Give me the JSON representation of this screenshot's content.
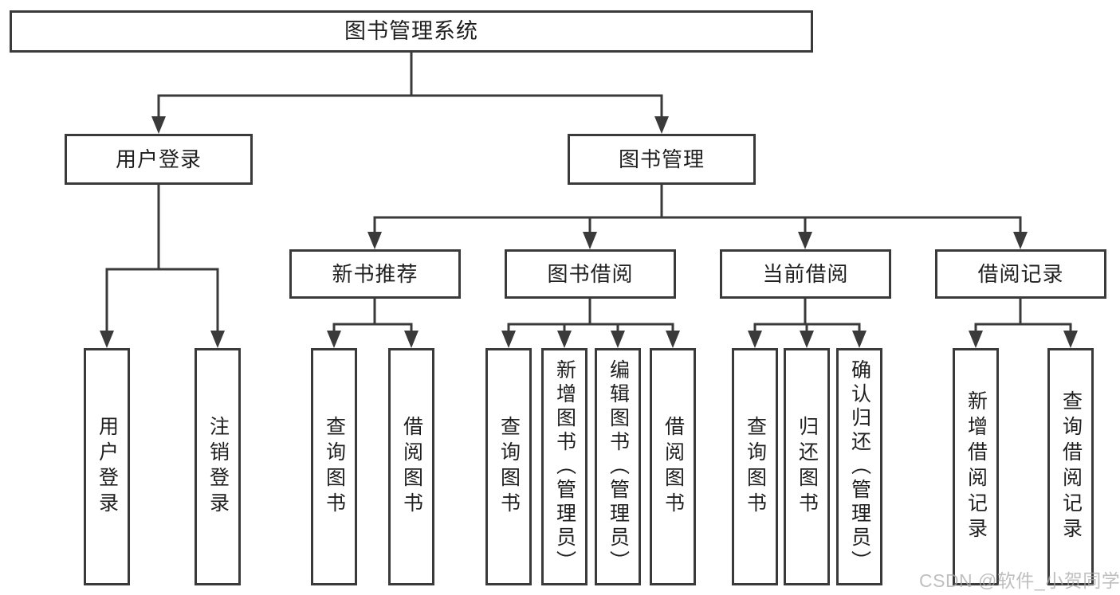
{
  "diagram": {
    "type": "hierarchy-tree",
    "title": "图书管理系统"
  },
  "colors": {
    "line": "#3a3a3a",
    "box_border": "#3a3a3a",
    "box_fill": "#ffffff",
    "text": "#1f1f1f",
    "watermark": "#aaaaaa",
    "background": "#ffffff"
  },
  "nodes": {
    "root": {
      "label": "图书管理系统"
    },
    "user_login": {
      "label": "用户登录"
    },
    "book_mgmt": {
      "label": "图书管理"
    },
    "leaf_user_login": {
      "label": "用户登录"
    },
    "leaf_logout": {
      "label": "注销登录"
    },
    "new_book_rec": {
      "label": "新书推荐"
    },
    "book_borrow": {
      "label": "图书借阅"
    },
    "current_borrow": {
      "label": "当前借阅"
    },
    "borrow_record": {
      "label": "借阅记录"
    },
    "nbr_query": {
      "label": "查询图书"
    },
    "nbr_borrow": {
      "label": "借阅图书"
    },
    "bb_query": {
      "label": "查询图书"
    },
    "bb_add": {
      "label": "新增图书（管理员）"
    },
    "bb_edit": {
      "label": "编辑图书（管理员）"
    },
    "bb_borrow": {
      "label": "借阅图书"
    },
    "cb_query": {
      "label": "查询图书"
    },
    "cb_return": {
      "label": "归还图书"
    },
    "cb_confirm": {
      "label": "确认归还（管理员）"
    },
    "br_add": {
      "label": "新增借阅记录"
    },
    "br_query": {
      "label": "查询借阅记录"
    }
  },
  "edges": [
    [
      "图书管理系统",
      "用户登录"
    ],
    [
      "图书管理系统",
      "图书管理"
    ],
    [
      "用户登录",
      "用户登录"
    ],
    [
      "用户登录",
      "注销登录"
    ],
    [
      "图书管理",
      "新书推荐"
    ],
    [
      "图书管理",
      "图书借阅"
    ],
    [
      "图书管理",
      "当前借阅"
    ],
    [
      "图书管理",
      "借阅记录"
    ],
    [
      "新书推荐",
      "查询图书"
    ],
    [
      "新书推荐",
      "借阅图书"
    ],
    [
      "图书借阅",
      "查询图书"
    ],
    [
      "图书借阅",
      "新增图书（管理员）"
    ],
    [
      "图书借阅",
      "编辑图书（管理员）"
    ],
    [
      "图书借阅",
      "借阅图书"
    ],
    [
      "当前借阅",
      "查询图书"
    ],
    [
      "当前借阅",
      "归还图书"
    ],
    [
      "当前借阅",
      "确认归还（管理员）"
    ],
    [
      "借阅记录",
      "新增借阅记录"
    ],
    [
      "借阅记录",
      "查询借阅记录"
    ]
  ],
  "watermark": {
    "text": "CSDN @软件_小贺同学"
  }
}
